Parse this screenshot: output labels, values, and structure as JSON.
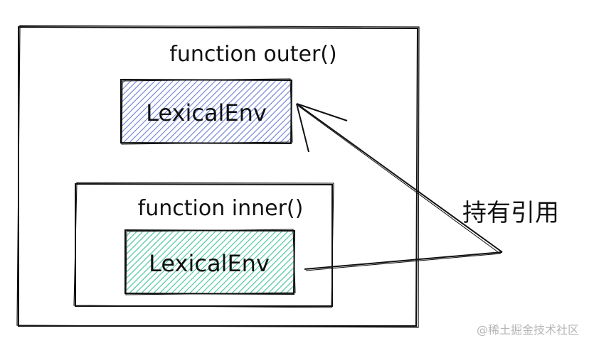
{
  "outer": {
    "title": "function outer()",
    "env_label": "LexicalEnv"
  },
  "inner": {
    "title": "function inner()",
    "env_label": "LexicalEnv"
  },
  "annotation": "持有引用",
  "watermark": "@稀土掘金技术社区",
  "colors": {
    "stroke": "#111111",
    "outer_env_fill": "#6a7fd6",
    "inner_env_fill": "#3fc49a",
    "watermark": "#b5b5b5"
  }
}
